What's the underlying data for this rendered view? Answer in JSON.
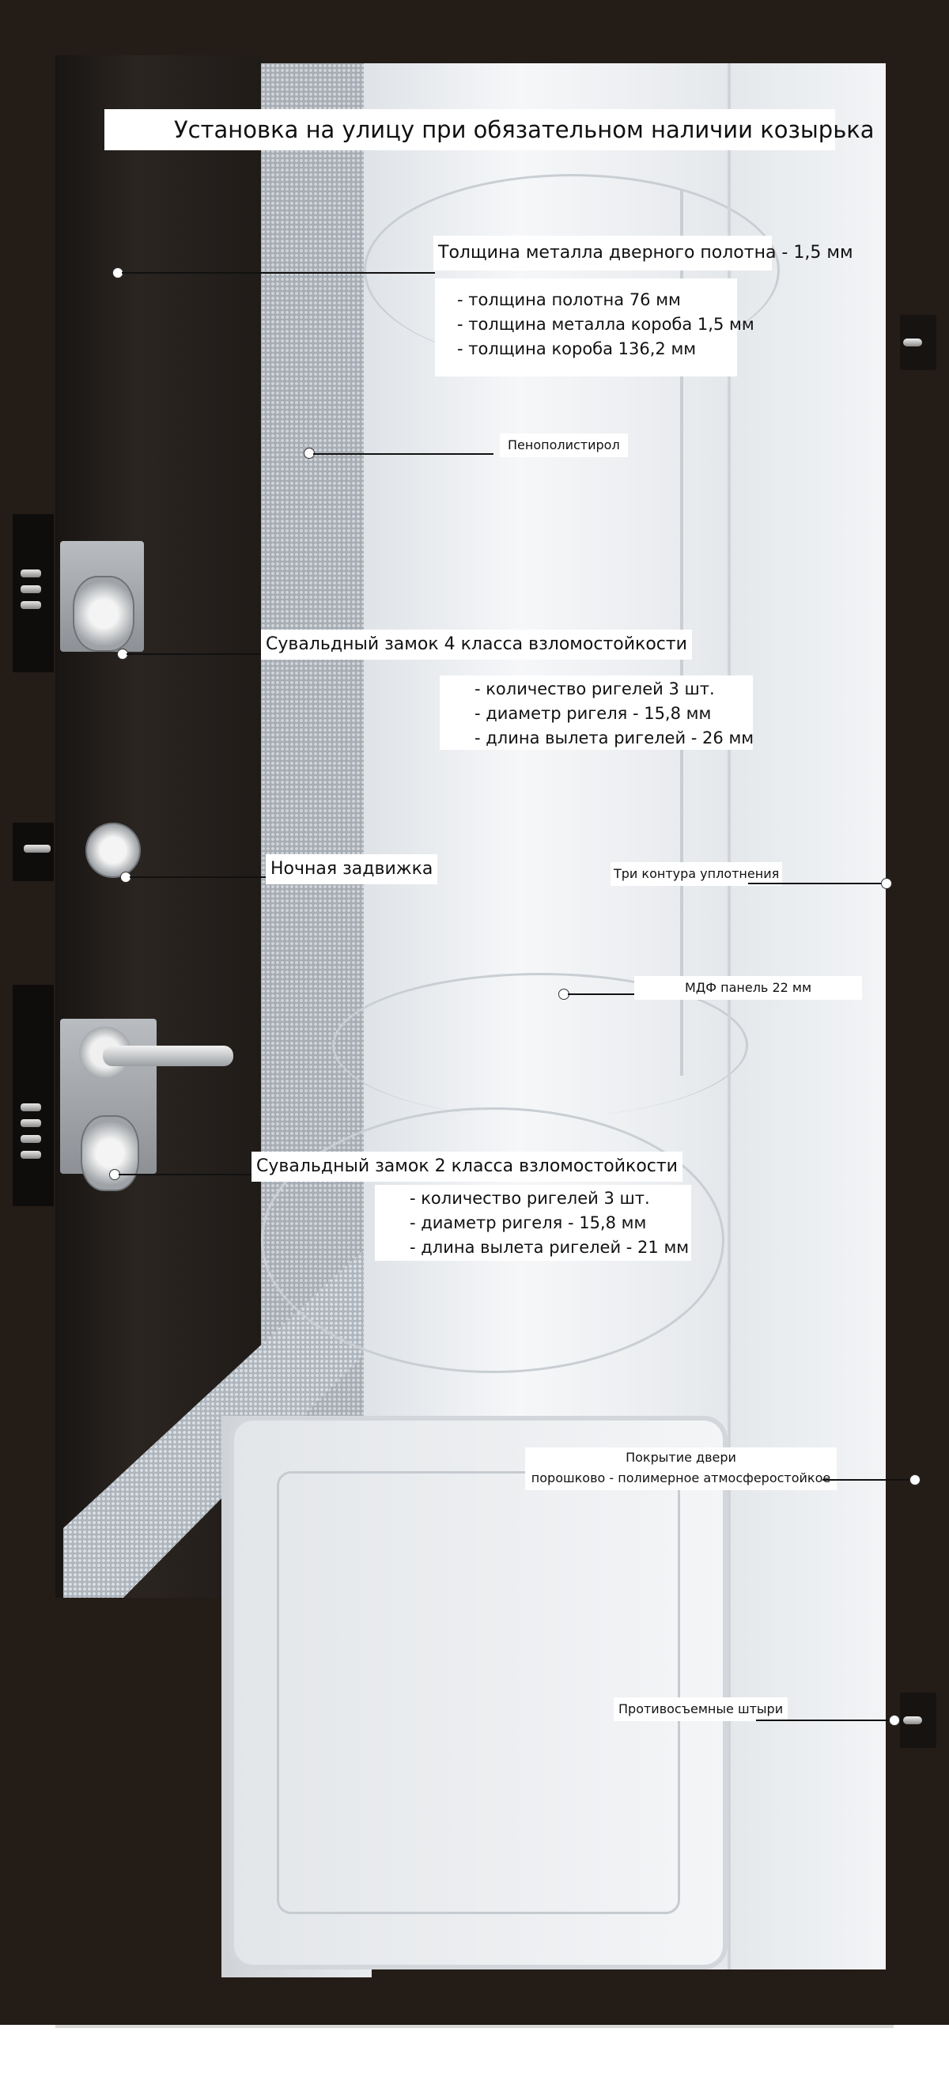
{
  "title": "Установка на улицу при обязательном наличии козырька",
  "callouts": {
    "metal_thickness": "Толщина металла дверного полотна - 1,5 мм",
    "specs_top": [
      "- толщина полотна 76 мм",
      "- толщина металла короба 1,5 мм",
      "- толщина короба 136,2 мм"
    ],
    "insulation": "Пенополистирол",
    "lock_upper": "Сувальдный замок 4 класса взломостойкости",
    "lock_upper_specs": [
      "- количество ригелей 3 шт.",
      "- диаметр ригеля - 15,8 мм",
      "- длина вылета ригелей - 26 мм"
    ],
    "night_latch": "Ночная задвижка",
    "seal_contours": "Три контура уплотнения",
    "mdf_panel": "МДФ панель 22 мм",
    "lock_lower": "Сувальдный замок 2 класса взломостойкости",
    "lock_lower_specs": [
      "- количество ригелей 3 шт.",
      "- диаметр ригеля - 15,8 мм",
      "- длина вылета ригелей - 21 мм"
    ],
    "coating_line1": "Покрытие двери",
    "coating_line2": "порошково - полимерное атмосферостойкое",
    "anti_removal": "Противосъемные штыри"
  },
  "colors": {
    "frame": "#241c17",
    "panel": "#f2f4f6",
    "text": "#111111"
  }
}
